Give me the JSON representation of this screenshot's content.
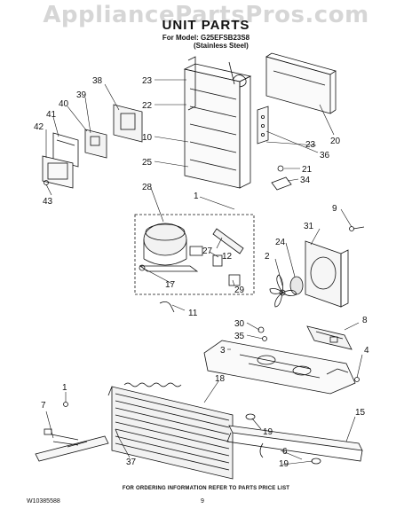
{
  "watermark": "AppliancePartsPros.com",
  "title": "UNIT PARTS",
  "model_line": "For Model: G25EFSB23S8",
  "model_variant": "(Stainless Steel)",
  "footer_note": "FOR ORDERING INFORMATION REFER TO PARTS PRICE LIST",
  "doc_number": "W10385588",
  "page_number": "9",
  "callouts": {
    "c38": "38",
    "c23a": "23",
    "c22": "22",
    "c40": "40",
    "c39": "39",
    "c41": "41",
    "c42": "42",
    "c10": "10",
    "c25": "25",
    "c43": "43",
    "c20": "20",
    "c36": "36",
    "c23b": "23",
    "c21": "21",
    "c34": "34",
    "c28": "28",
    "c1a": "1",
    "c27": "27",
    "c12": "12",
    "c17": "17",
    "c29": "29",
    "c31": "31",
    "c9": "9",
    "c24": "24",
    "c2": "2",
    "c11": "11",
    "c30": "30",
    "c35": "35",
    "c8": "8",
    "c3": "3",
    "c4": "4",
    "c1b": "1",
    "c7": "7",
    "c18": "18",
    "c15": "15",
    "c19a": "19",
    "c6": "6",
    "c19b": "19",
    "c37": "37"
  }
}
